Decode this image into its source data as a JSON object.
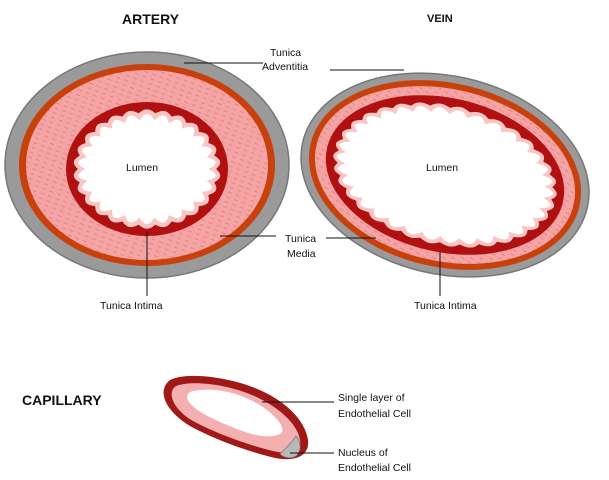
{
  "titles": {
    "artery": "ARTERY",
    "vein": "VEIN",
    "capillary": "CAPILLARY"
  },
  "labels": {
    "tunica_adventitia_1": "Tunica",
    "tunica_adventitia_2": "Adventitia",
    "tunica_media_1": "Tunica",
    "tunica_media_2": "Media",
    "artery_tunica_intima": "Tunica Intima",
    "vein_tunica_intima": "Tunica Intima",
    "artery_lumen": "Lumen",
    "vein_lumen": "Lumen",
    "capillary_single_layer_1": "Single layer of",
    "capillary_single_layer_2": "Endothelial  Cell",
    "capillary_nucleus_1": "Nucleus of",
    "capillary_nucleus_2": "Endothelial  Cell"
  },
  "colors": {
    "adventitia": "#9a9a9a",
    "adventitia_edge": "#777777",
    "outer_band": "#c8400c",
    "media": "#f4a4a4",
    "media_stripe": "#e88080",
    "intima": "#b01010",
    "intima_inner": "#f9c6c6",
    "lumen": "#ffffff",
    "capillary_wall": "#a01818",
    "capillary_inner": "#f4b0b0",
    "nucleus": "#b8b8b8"
  }
}
